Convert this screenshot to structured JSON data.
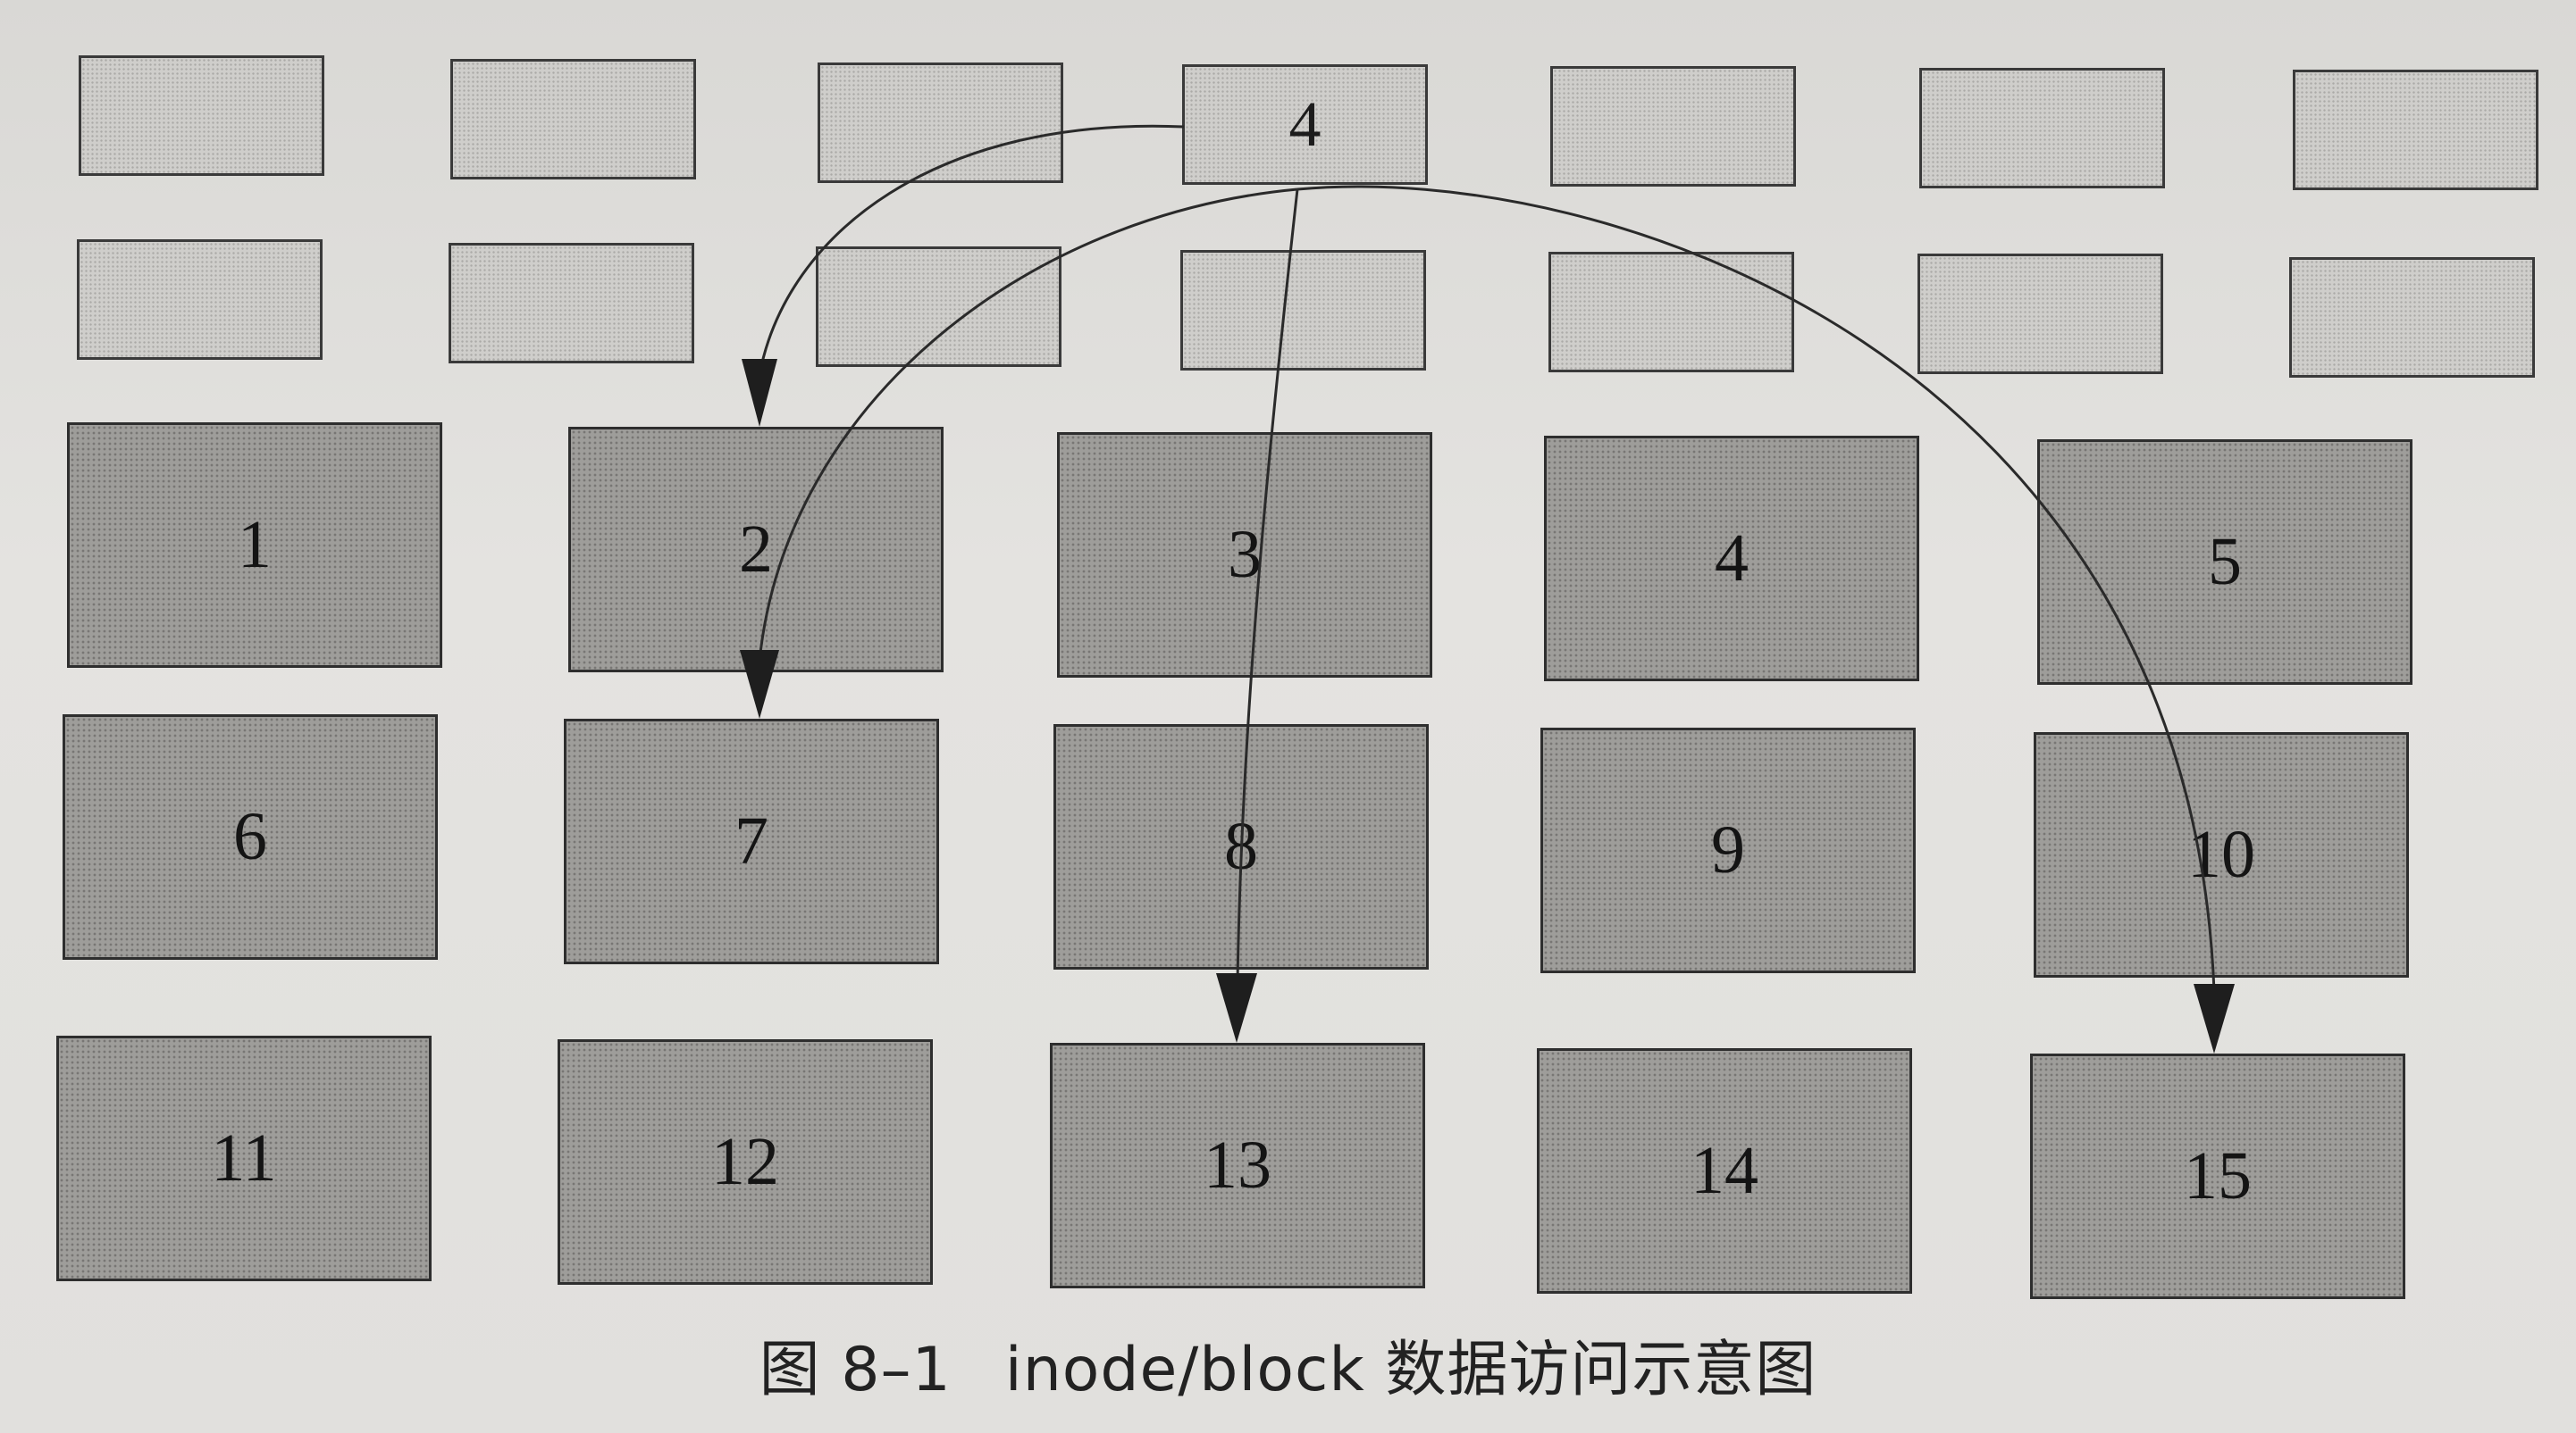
{
  "inode_area": {
    "label_inode": "4"
  },
  "blocks": [
    "1",
    "2",
    "3",
    "4",
    "5",
    "6",
    "7",
    "8",
    "9",
    "10",
    "11",
    "12",
    "13",
    "14",
    "15"
  ],
  "pointers": [
    "2",
    "7",
    "13",
    "15"
  ],
  "caption": {
    "figure_number": "图 8–1",
    "text": "inode/block 数据访问示意图"
  },
  "colors": {
    "inode_fill": "#cfcecb",
    "block_fill": "#9e9d9a",
    "arrow": "#2a2a2a"
  }
}
